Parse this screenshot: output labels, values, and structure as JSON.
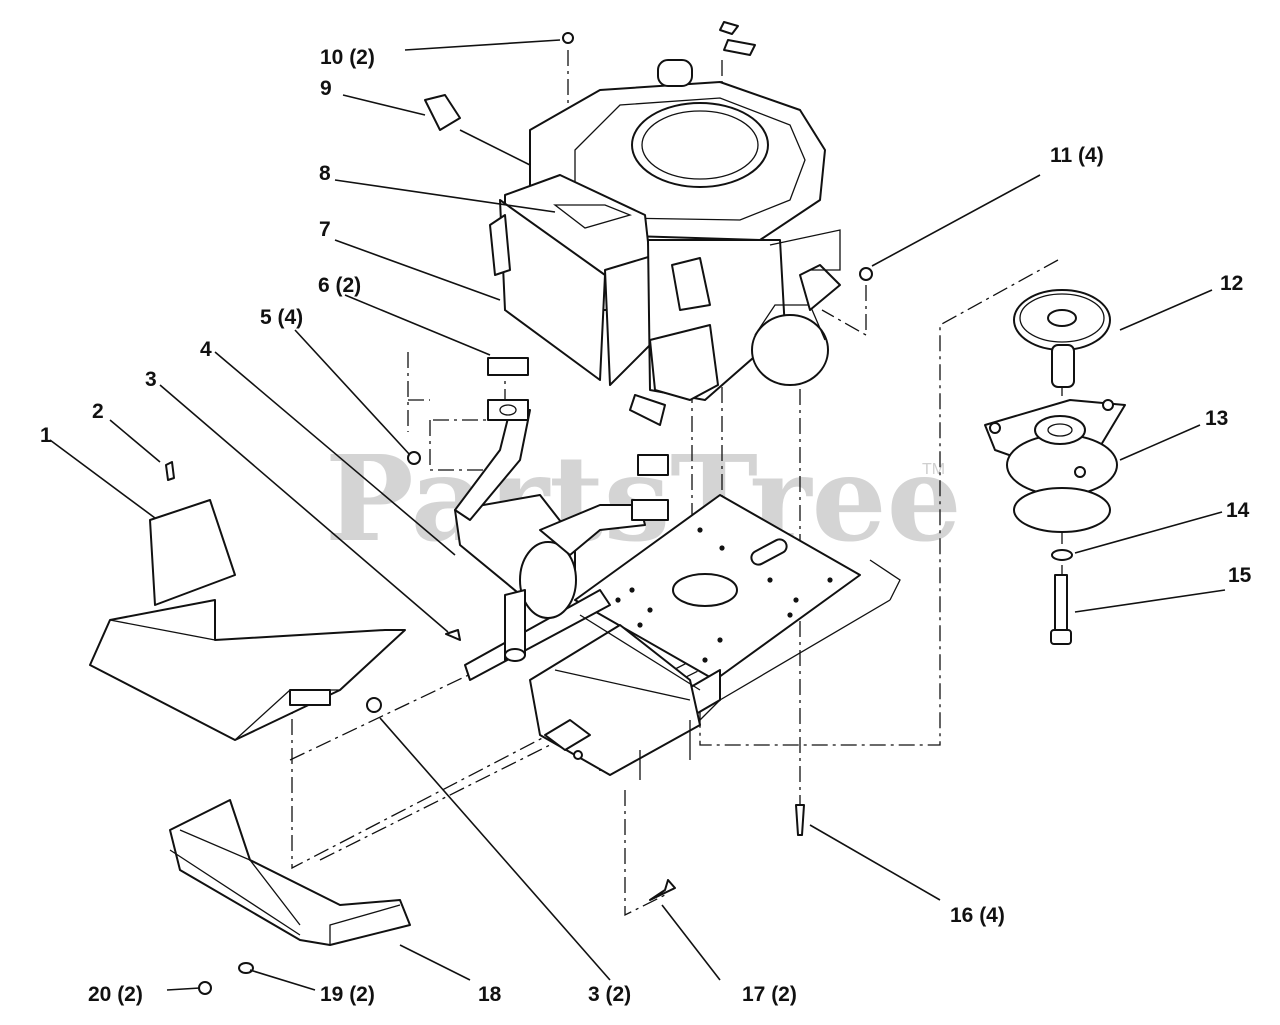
{
  "watermark": {
    "text": "PartsTree",
    "trademark": "TM"
  },
  "callouts": [
    {
      "id": "c1",
      "label": "1"
    },
    {
      "id": "c2",
      "label": "2"
    },
    {
      "id": "c3",
      "label": "3"
    },
    {
      "id": "c4",
      "label": "4"
    },
    {
      "id": "c5",
      "label": "5 (4)"
    },
    {
      "id": "c6",
      "label": "6 (2)"
    },
    {
      "id": "c7",
      "label": "7"
    },
    {
      "id": "c8",
      "label": "8"
    },
    {
      "id": "c9",
      "label": "9"
    },
    {
      "id": "c10",
      "label": "10 (2)"
    },
    {
      "id": "c11",
      "label": "11 (4)"
    },
    {
      "id": "c12",
      "label": "12"
    },
    {
      "id": "c13",
      "label": "13"
    },
    {
      "id": "c14",
      "label": "14"
    },
    {
      "id": "c15",
      "label": "15"
    },
    {
      "id": "c16",
      "label": "16 (4)"
    },
    {
      "id": "c17",
      "label": "17 (2)"
    },
    {
      "id": "c18",
      "label": "18"
    },
    {
      "id": "c19",
      "label": "19 (2)"
    },
    {
      "id": "c20",
      "label": "20 (2)"
    },
    {
      "id": "c3b",
      "label": "3 (2)"
    }
  ]
}
